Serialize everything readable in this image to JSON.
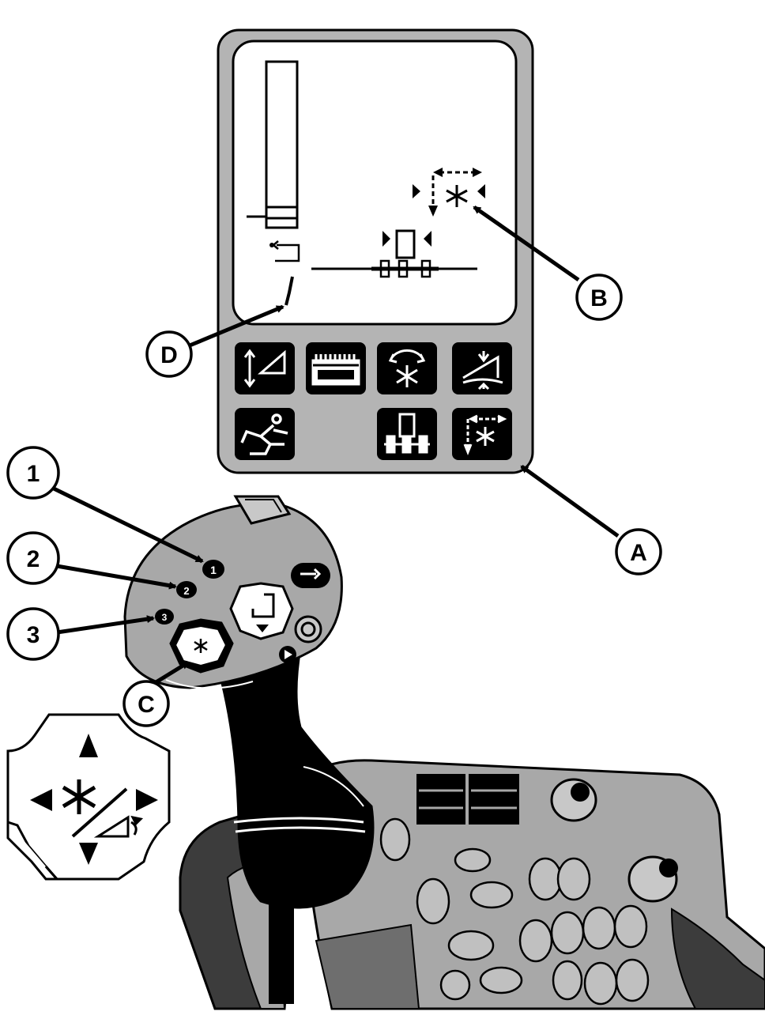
{
  "callouts": {
    "a": "A",
    "b": "B",
    "c": "C",
    "d": "D",
    "one": "1",
    "two": "2",
    "three": "3"
  },
  "joystick": {
    "button_1": "1",
    "button_2": "2",
    "button_3": "3"
  },
  "display": {
    "softkeys": [
      {
        "id": "height-adjust",
        "icon": "height-adjust-icon"
      },
      {
        "id": "header",
        "icon": "header-icon"
      },
      {
        "id": "reel",
        "icon": "reel-icon"
      },
      {
        "id": "header-float",
        "icon": "float-icon"
      },
      {
        "id": "operator",
        "icon": "operator-icon"
      },
      {
        "id": "center-link",
        "icon": "center-link-icon"
      },
      {
        "id": "reel-position",
        "icon": "reel-position-icon"
      }
    ]
  },
  "colors": {
    "panel": "#b4b4b4",
    "screen": "#ffffff",
    "key": "#000000",
    "console": "#a8a8a8",
    "dark_console": "#3c3c3c",
    "outline": "#000000"
  }
}
